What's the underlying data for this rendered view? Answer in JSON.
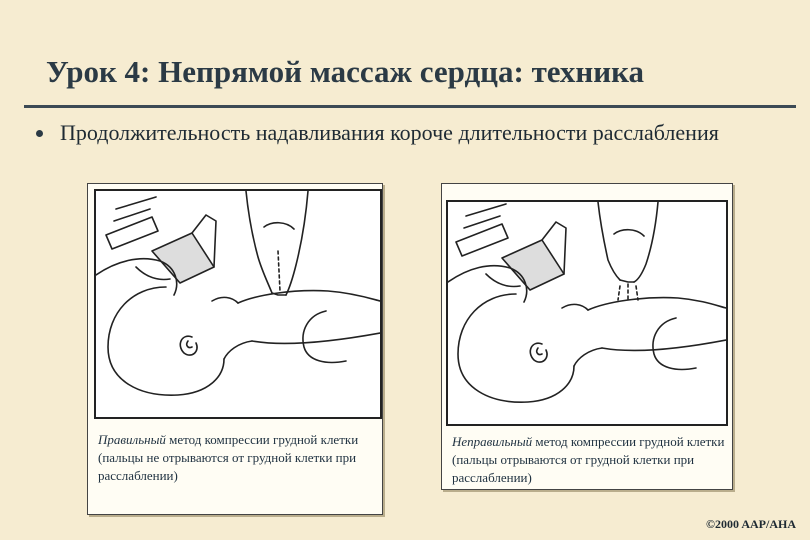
{
  "slide": {
    "title": "Урок 4: Непрямой массаж сердца: техника",
    "bullet": "Продолжительность надавливания короче длительности расслабления"
  },
  "panels": [
    {
      "caption_emphasis": "Правильный",
      "caption_rest": " метод компрессии грудной клетки (пальцы не отрываются от грудной клетки при расслаблении)"
    },
    {
      "caption_emphasis": "Неправильный",
      "caption_rest": " метод компрессии грудной клетки (пальцы отрываются от грудной клетки при расслаблении)"
    }
  ],
  "footer": {
    "copyright": "©2000 AAP/AHA"
  }
}
